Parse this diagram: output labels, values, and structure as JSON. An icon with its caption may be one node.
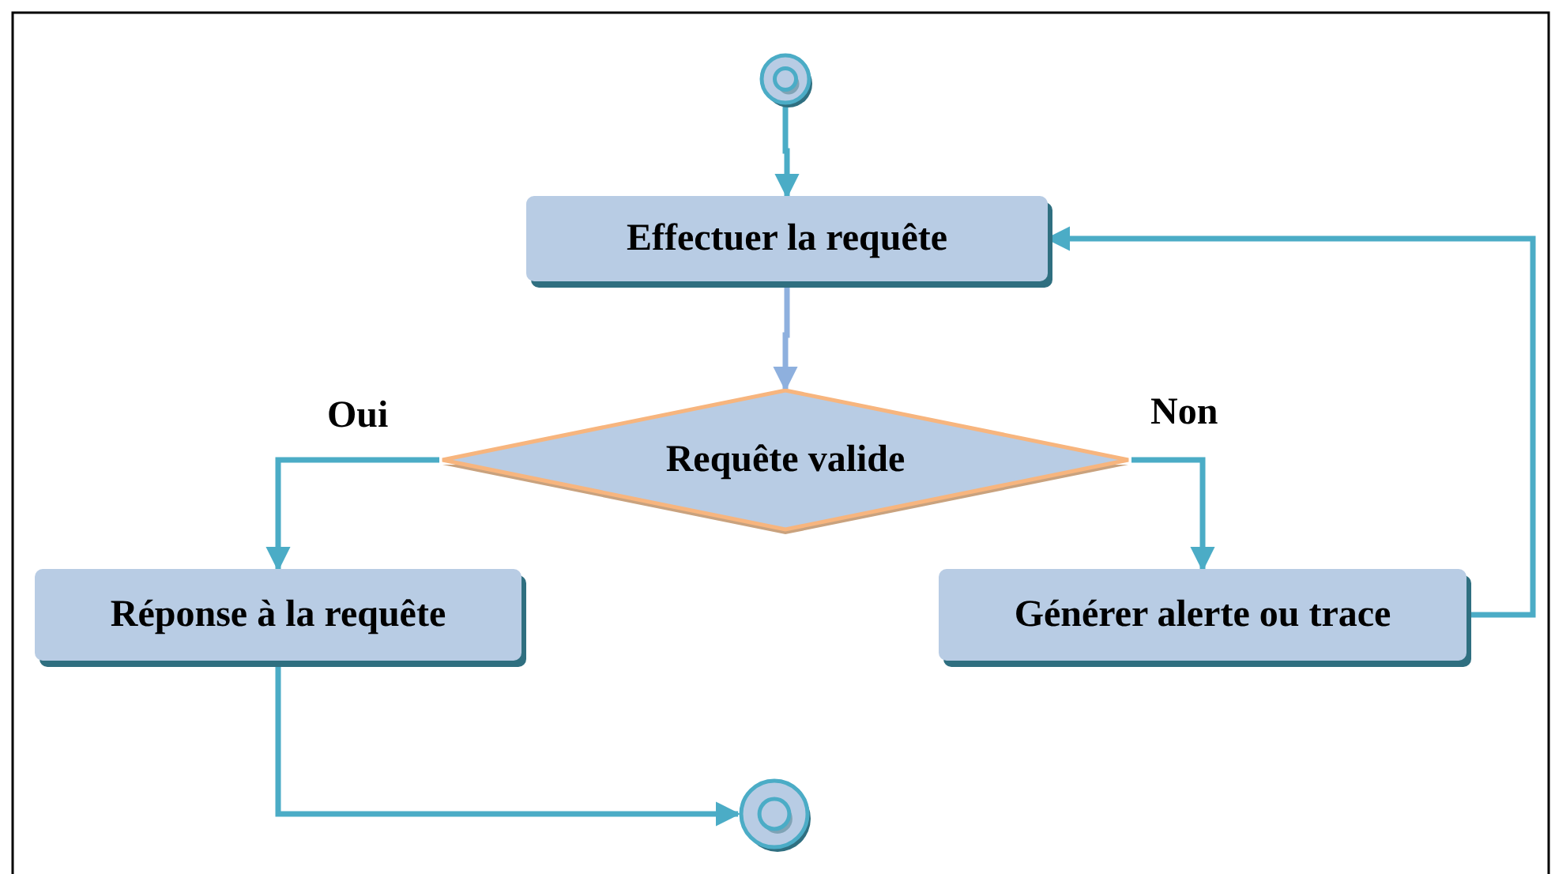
{
  "diagram": {
    "nodes": [
      {
        "text": [],
        "shape": "circle"
      },
      {
        "text": [
          "Effectuer la requête"
        ]
      },
      {
        "text": [
          "Requête valide"
        ]
      },
      {
        "text": [
          "Réponse à la requête"
        ]
      },
      {
        "text": [
          "Générer alerte ou trace"
        ]
      },
      {
        "text": [],
        "shape": "circle"
      }
    ],
    "edges": [
      {
        "from": 0,
        "to": 1,
        "arrow": "to"
      },
      {
        "from": 1,
        "to": 2,
        "arrow": "to",
        "color": "#8eb0de"
      },
      {
        "from": 2,
        "to": 3,
        "arrow": "to",
        "label": "Oui"
      },
      {
        "from": 2,
        "to": 4,
        "arrow": "to",
        "label": "Non"
      },
      {
        "from": 4,
        "to": 1,
        "arrow": "to"
      },
      {
        "from": 3,
        "to": 5,
        "arrow": "to"
      }
    ]
  }
}
